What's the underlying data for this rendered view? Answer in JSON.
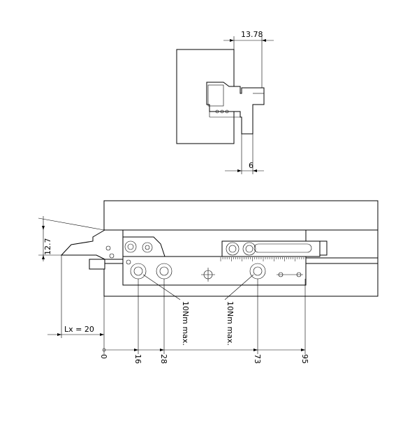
{
  "top_view": {
    "dim_width": "13.78",
    "dim_depth": "6"
  },
  "front_view": {
    "dim_height": "12.7",
    "dim_lx": "Lx = 20",
    "torque_left": "10Nm max.",
    "torque_right": "10Nm max.",
    "ticks": [
      "0",
      "16",
      "28",
      "73",
      "95"
    ]
  }
}
